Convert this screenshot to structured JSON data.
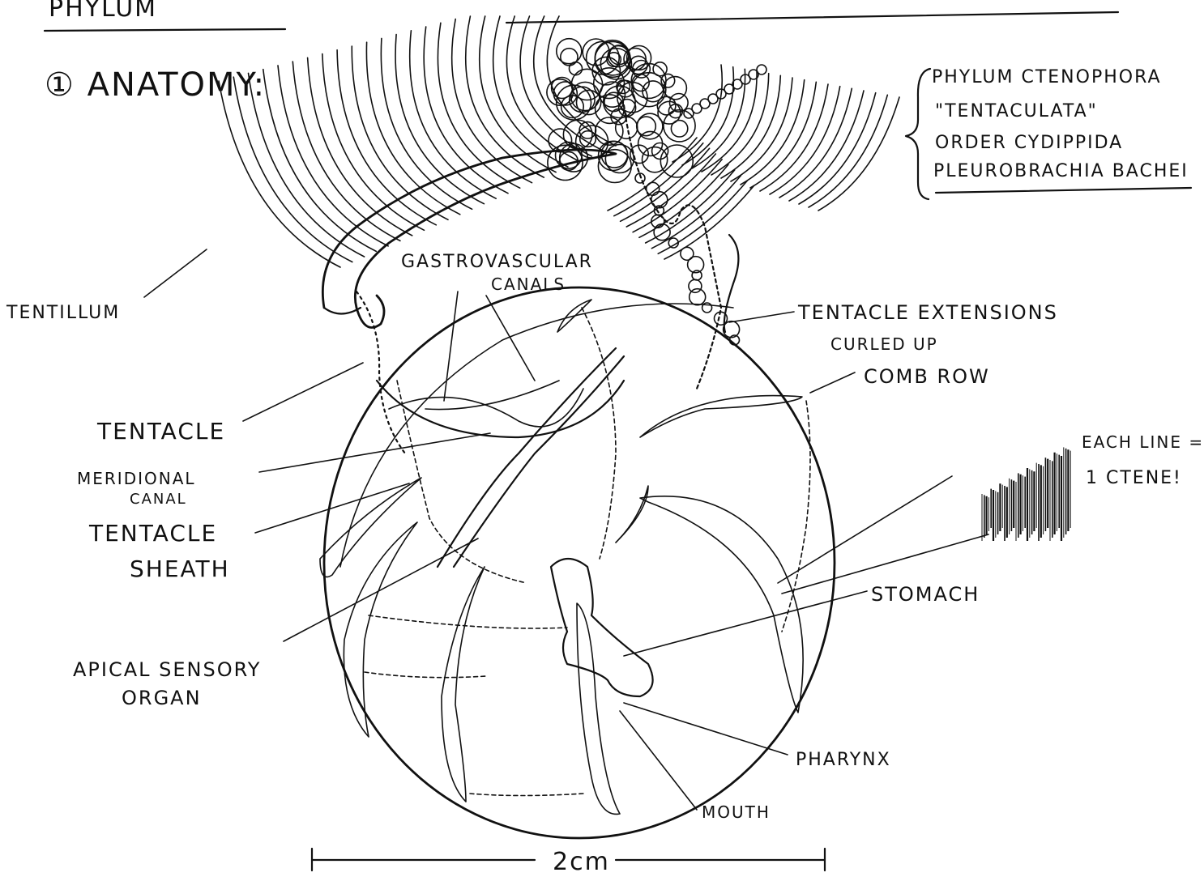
{
  "diagram": {
    "header_fragment": "PHYLUM",
    "section_heading": "① ANATOMY:",
    "taxonomy": [
      "PHYLUM CTENOPHORA",
      "\"TENTACULATA\"",
      "ORDER CYDIPPIDA",
      "PLEUROBRACHIA BACHEI"
    ],
    "labels": {
      "tentillum": "TENTILLUM",
      "gastrovascular_canals_line1": "GASTROVASCULAR",
      "gastrovascular_canals_line2": "CANALS",
      "tentacle_extensions_line1": "TENTACLE EXTENSIONS",
      "tentacle_extensions_line2": "CURLED UP",
      "comb_row": "COMB ROW",
      "tentacle": "TENTACLE",
      "meridional_canal_line1": "MERIDIONAL",
      "meridional_canal_line2": "CANAL",
      "tentacle_sheath_line1": "TENTACLE",
      "tentacle_sheath_line2": "SHEATH",
      "ctene_note_line1": "EACH LINE =",
      "ctene_note_line2": "1 CTENE!",
      "stomach": "STOMACH",
      "apical_sensory_organ_line1": "APICAL SENSORY",
      "apical_sensory_organ_line2": "ORGAN",
      "pharynx": "PHARYNX",
      "mouth": "MOUTH"
    },
    "scale_bar_label": "2cm",
    "ink_color": "#111111",
    "paper_color": "#ffffff"
  }
}
